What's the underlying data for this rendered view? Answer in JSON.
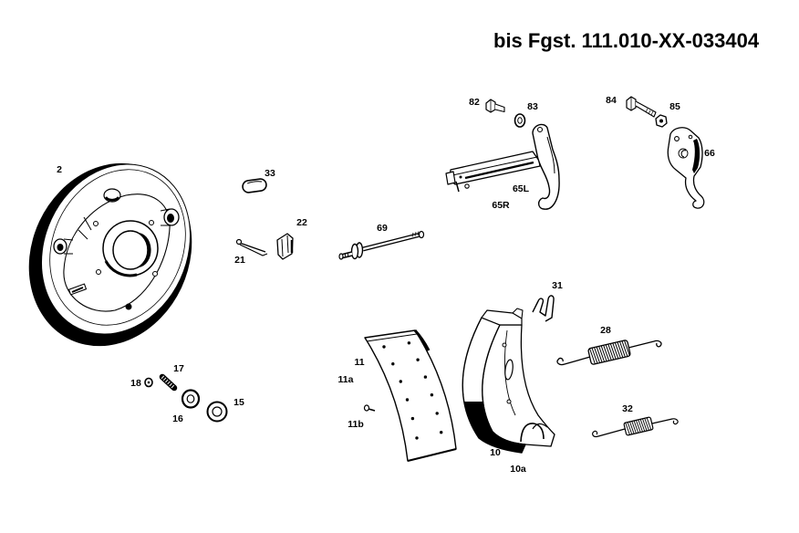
{
  "header": {
    "title": "bis Fgst. 111.010-XX-033404"
  },
  "callouts": {
    "p2": "2",
    "p33": "33",
    "p22": "22",
    "p21": "21",
    "p69": "69",
    "p82": "82",
    "p83": "83",
    "p84": "84",
    "p85": "85",
    "p66": "66",
    "p65l": "65L",
    "p65r": "65R",
    "p31": "31",
    "p28": "28",
    "p32": "32",
    "p11": "11",
    "p11a": "11a",
    "p11b": "11b",
    "p10": "10",
    "p10a": "10a",
    "p18": "18",
    "p17": "17",
    "p16": "16",
    "p15": "15"
  },
  "colors": {
    "ink": "#000000",
    "background": "#ffffff"
  }
}
